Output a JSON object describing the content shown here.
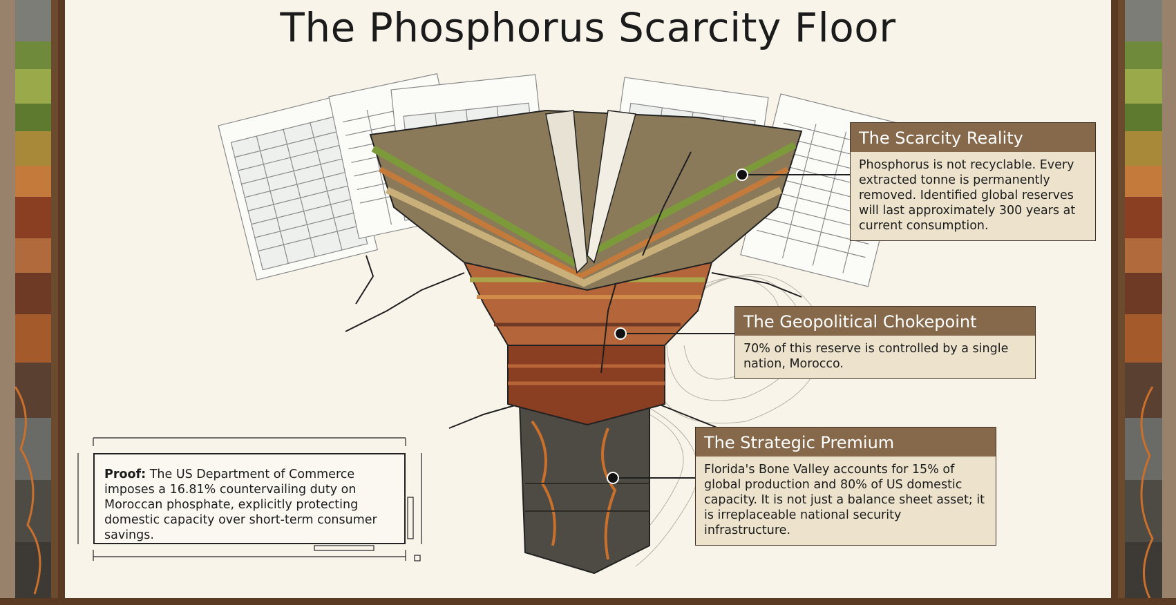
{
  "title": "The Phosphorus Scarcity Floor",
  "colors": {
    "card_header": "#86684b",
    "card_body": "#ede3cd",
    "paper": "#f8f4ea"
  },
  "callouts": [
    {
      "heading": "The Scarcity Reality",
      "text": "Phosphorus is not recyclable. Every extracted tonne is permanently removed. Identified global reserves will last approximately 300 years at current consumption."
    },
    {
      "heading": "The Geopolitical Chokepoint",
      "text": "70% of this reserve is controlled by a single nation, Morocco."
    },
    {
      "heading": "The Strategic Premium",
      "text": "Florida's Bone Valley accounts for 15% of global production and 80% of US domestic capacity. It is not just a balance sheet asset; it is irreplaceable national security infrastructure."
    }
  ],
  "proof": {
    "label": "Proof:",
    "text": "The US Department of Commerce imposes a 16.81% countervailing duty on Moroccan phosphate, explicitly protecting domestic capacity over short-term consumer savings."
  }
}
